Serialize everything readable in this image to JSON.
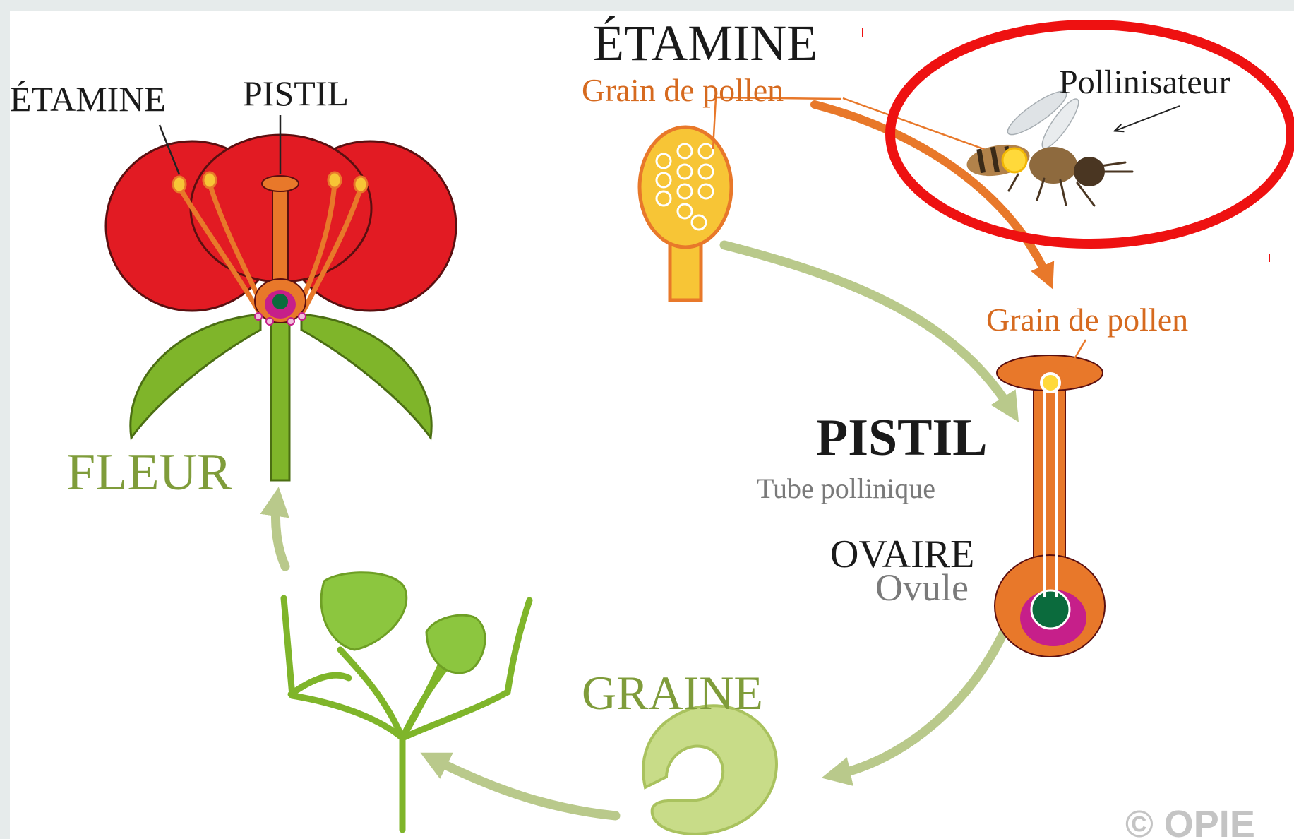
{
  "diagram": {
    "colors": {
      "petal": "#e21b23",
      "petal_outline": "#5a0f10",
      "stem_green": "#7fb52a",
      "cycle_arrow": "#b9c98b",
      "orange": "#e8782a",
      "pollen_yellow": "#f7c536",
      "ovary_magenta": "#c61f8a",
      "ovule_green": "#0b6b3d",
      "highlight_red": "#ee1111"
    },
    "flower": {
      "stamen_label": "ÉTAMINE",
      "pistil_label": "PISTIL",
      "title": "FLEUR"
    },
    "stamen_detail": {
      "title": "ÉTAMINE",
      "pollen_label": "Grain de pollen"
    },
    "pollinator": {
      "label": "Pollinisateur",
      "icon": "bee-icon"
    },
    "pistil_detail": {
      "pollen_label": "Grain de pollen",
      "title": "PISTIL",
      "tube_label": "Tube pollinique",
      "ovary_label": "OVAIRE",
      "ovule_label": "Ovule"
    },
    "seed": {
      "title": "GRAINE"
    },
    "copyright": "© OPIE"
  }
}
